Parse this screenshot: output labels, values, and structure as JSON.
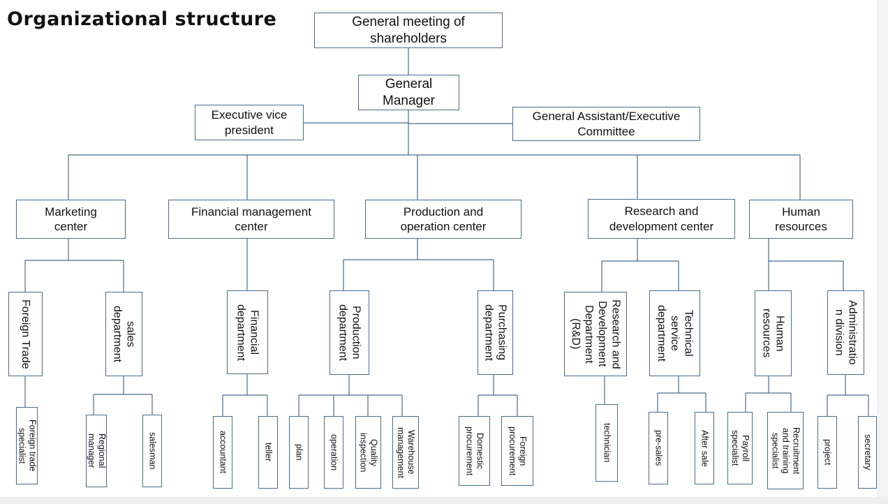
{
  "title": "Organizational structure",
  "top": {
    "shareholders": "General meeting of shareholders",
    "general_manager": "General Manager",
    "executive_vp": "Executive vice president",
    "assistant": "General Assistant/Executive Committee"
  },
  "centers": [
    "Marketing center",
    "Financial management center",
    "Production and operation center",
    "Research and development center",
    "Human resources"
  ],
  "departments": [
    "Foreign Trade",
    "sales\ndepartment",
    "Financial\ndepartment",
    "Production\ndepartment",
    "Purchasing\ndepartment",
    "Research and\nDevelopment\nDepartment\n(R&D)",
    "Technical\nservice\ndepartment",
    "Human\nresources",
    "Administratio\nn division"
  ],
  "positions": [
    "Foreign trade\nspecialist",
    "Regional\nmanager",
    "salesman",
    "accountant",
    "teller",
    "plan",
    "operation",
    "Quality\ninspection",
    "Warehouse\nmanagement",
    "Domestic\nprocurement",
    "Foreign\nprocurement",
    "technician",
    "pre-sales",
    "After sale",
    "Payroll\nspecialist",
    "Recruitment\nand training\nspecialist",
    "project",
    "secretary"
  ],
  "colors": {
    "border": "#4a6b8a",
    "line": "#4a6b8a"
  }
}
